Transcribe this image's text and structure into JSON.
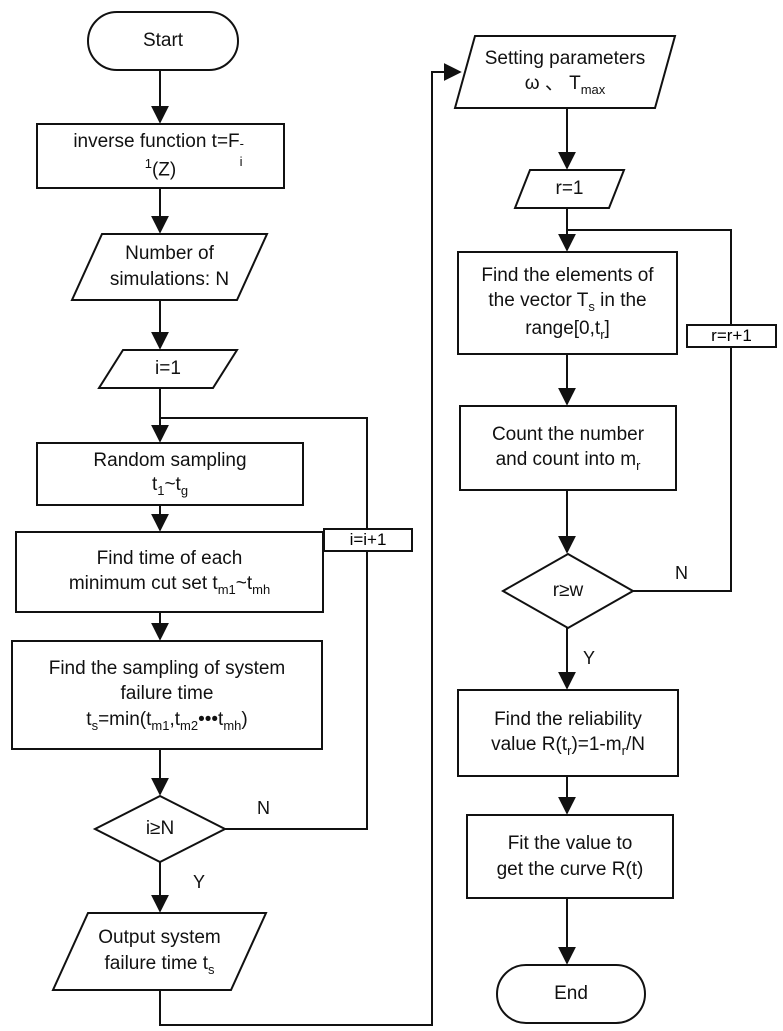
{
  "left": {
    "start": "Start",
    "inverse_a": "inverse function t=F",
    "inverse_sub": "i",
    "inverse_sup": "-",
    "inverse_b": "1",
    "inverse_c": "(Z)",
    "num_sim_1": "Number of",
    "num_sim_2": "simulations: N",
    "i_init": "i=1",
    "random_1": "Random sampling",
    "random_t1": "t",
    "random_sub1": "1",
    "random_tilde": "~t",
    "random_subg": "g",
    "findtime_1": "Find time of each",
    "findtime_2a": "minimum cut set t",
    "findtime_sub1": "m1",
    "findtime_tilde": "~t",
    "findtime_subh": "mh",
    "sampling_1": "Find the sampling of system",
    "sampling_2": "failure time",
    "sampling_3a": "t",
    "sampling_3s": "s",
    "sampling_3b": "=min(t",
    "sampling_3m1": "m1",
    "sampling_3c": ",t",
    "sampling_3m2": "m2",
    "sampling_3d": "•••t",
    "sampling_3mh": "mh",
    "sampling_3e": ")",
    "decision": "i≥N",
    "loop_label": "i=i+1",
    "no": "N",
    "yes": "Y",
    "output_1": "Output system",
    "output_2a": "failure time t",
    "output_2s": "s"
  },
  "right": {
    "params_1": "Setting parameters",
    "params_omega": "ω 、 T",
    "params_max": "max",
    "r_init": "r=1",
    "elements_1": "Find the elements of",
    "elements_2a": "the vector T",
    "elements_2s": "s",
    "elements_2b": " in the",
    "elements_3a": "range[0,t",
    "elements_3r": "r",
    "elements_3b": "]",
    "count_1": "Count the number",
    "count_2a": "and count into m",
    "count_2r": "r",
    "decision": "r≥w",
    "loop_label": "r=r+1",
    "no": "N",
    "yes": "Y",
    "rel_1": "Find the reliability",
    "rel_2a": "value R(t",
    "rel_2r": "r",
    "rel_2b": ")=1-m",
    "rel_2r2": "r",
    "rel_2c": "/N",
    "fit_1": "Fit the value to",
    "fit_2": "get the curve R(t)",
    "end": "End"
  }
}
